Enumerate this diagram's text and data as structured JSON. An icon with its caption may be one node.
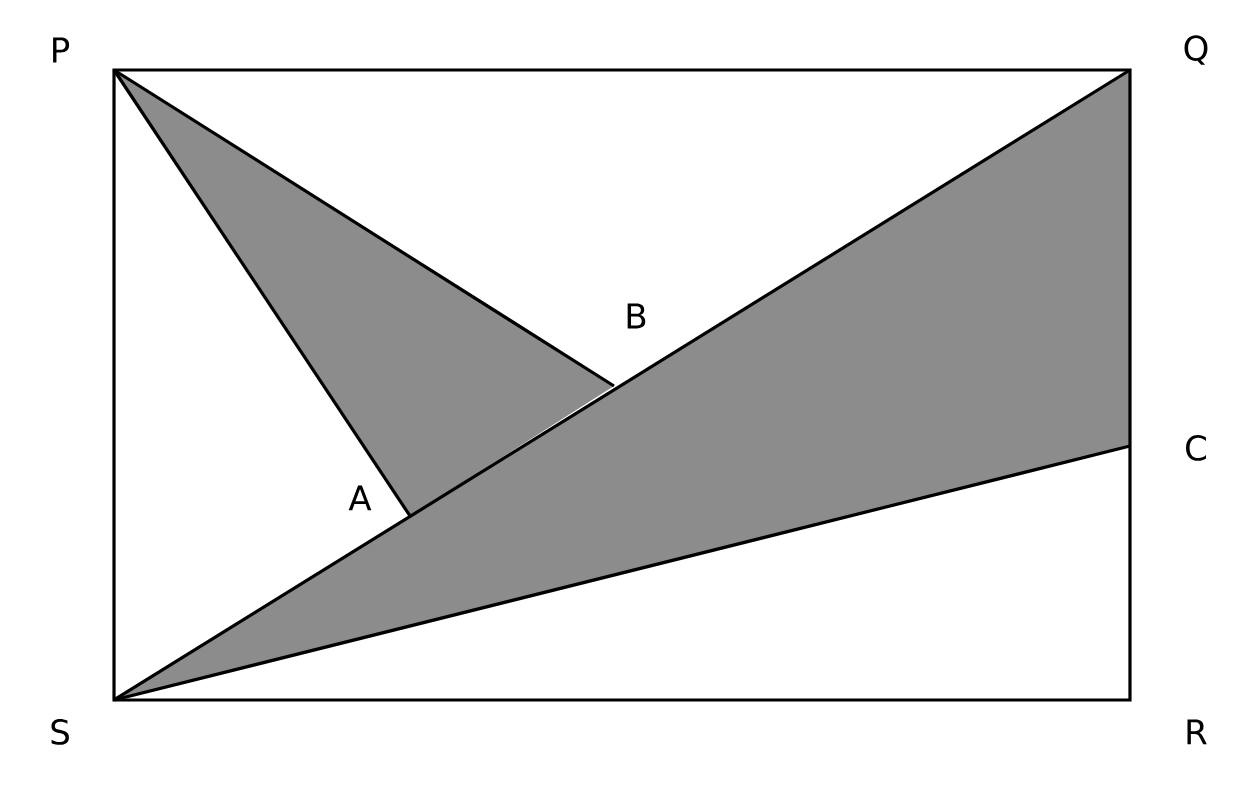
{
  "diagram": {
    "labels": [
      "P",
      "Q",
      "B",
      "C",
      "A",
      "S",
      "R"
    ]
  }
}
